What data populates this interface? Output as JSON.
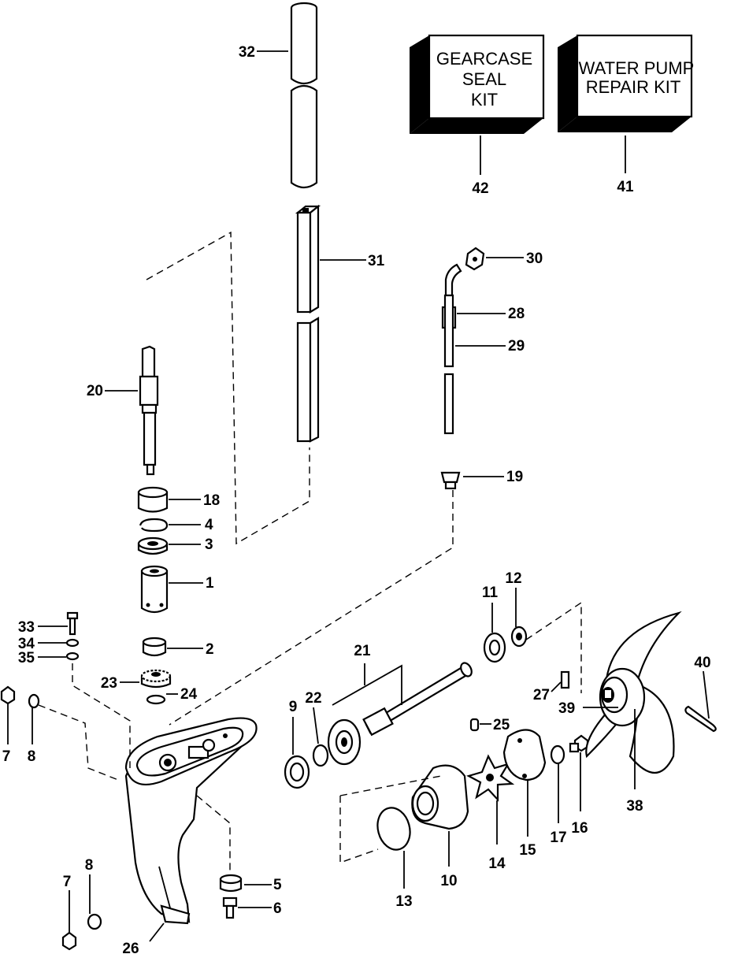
{
  "kits": [
    {
      "id": "42",
      "lines": [
        "GEARCASE",
        "SEAL",
        "KIT"
      ]
    },
    {
      "id": "41",
      "lines": [
        "WATER PUMP",
        "REPAIR KIT"
      ]
    }
  ],
  "callouts": {
    "p32": "32",
    "p31": "31",
    "p30": "30",
    "p28": "28",
    "p29": "29",
    "p20": "20",
    "p18": "18",
    "p4": "4",
    "p3": "3",
    "p1": "1",
    "p2": "2",
    "p19": "19",
    "p33": "33",
    "p34": "34",
    "p35": "35",
    "p23": "23",
    "p24": "24",
    "p7a": "7",
    "p8a": "8",
    "p11": "11",
    "p12": "12",
    "p21": "21",
    "p9": "9",
    "p22": "22",
    "p27": "27",
    "p40": "40",
    "p39": "39",
    "p25": "25",
    "p38": "38",
    "p17": "17",
    "p16": "16",
    "p15": "15",
    "p14": "14",
    "p13": "13",
    "p10": "10",
    "p5": "5",
    "p6": "6",
    "p7b": "7",
    "p8b": "8",
    "p26": "26"
  }
}
